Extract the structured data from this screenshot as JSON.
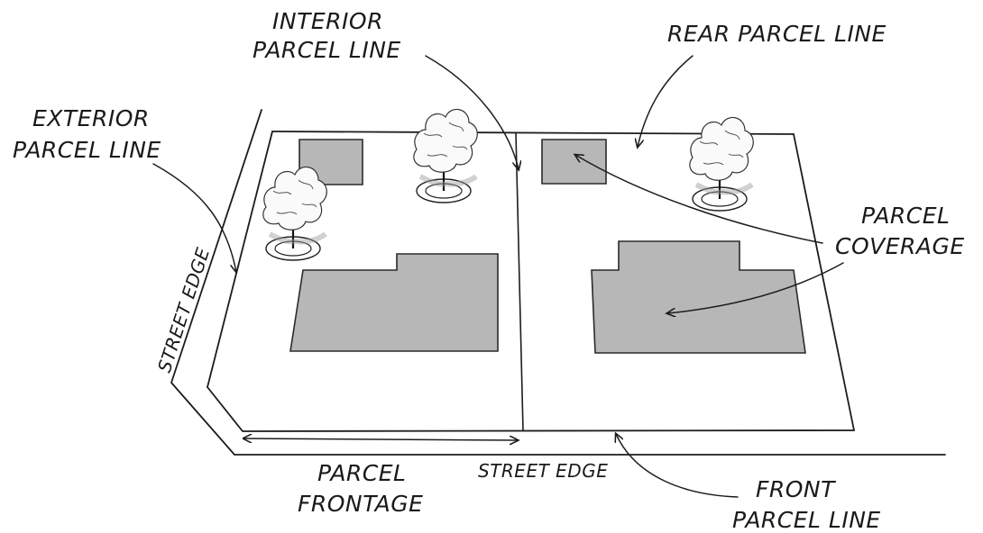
{
  "labels": {
    "interior_parcel_line": [
      "INTERIOR",
      "PARCEL LINE"
    ],
    "rear_parcel_line": "REAR PARCEL LINE",
    "exterior_parcel_line": [
      "EXTERIOR",
      "PARCEL LINE"
    ],
    "parcel_coverage": [
      "PARCEL",
      "COVERAGE"
    ],
    "street_edge_side": "STREET EDGE",
    "street_edge_bottom": "STREET EDGE",
    "parcel_frontage": [
      "PARCEL",
      "FRONTAGE"
    ],
    "front_parcel_line": [
      "FRONT",
      "PARCEL LINE"
    ]
  },
  "colors": {
    "ink": "#1c1c1c",
    "building_fill": "#b7b7b7",
    "background": "#ffffff"
  },
  "icons": [
    "tree-icon",
    "tree-icon",
    "tree-icon"
  ]
}
